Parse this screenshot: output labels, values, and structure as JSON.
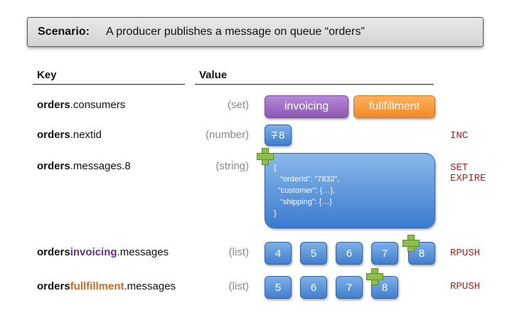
{
  "scenario": {
    "label": "Scenario:",
    "text": "A producer publishes a message on queue “orders”"
  },
  "headers": {
    "key": "Key",
    "value": "Value"
  },
  "rows": {
    "consumers": {
      "key_bold": "orders",
      "key_rest": ".consumers",
      "type": "(set)",
      "values": [
        "invoicing",
        "fullfillment"
      ]
    },
    "nextid": {
      "key_bold": "orders",
      "key_rest": ".nextid",
      "type": "(number)",
      "old_value": "7",
      "new_value": "8",
      "command": "INC"
    },
    "message8": {
      "key_bold": "orders",
      "key_rest": ".messages.8",
      "type": "(string)",
      "json_lines": [
        "{",
        "   “orderId”: “7832”,",
        "  “customer”: {…},",
        "   “shipping”: {…}",
        "}"
      ],
      "command_1": "SET",
      "command_2": "EXPIRE"
    },
    "invoicing": {
      "key_bold": "orders",
      "key_mid": "invoicing",
      "key_rest": ".messages",
      "type": "(list)",
      "items": [
        "4",
        "5",
        "6",
        "7",
        "8"
      ],
      "command": "RPUSH"
    },
    "fullfillment": {
      "key_bold": "orders",
      "key_mid": "fullfillment",
      "key_rest": ".messages",
      "type": "(list)",
      "items": [
        "5",
        "6",
        "7",
        "8"
      ],
      "command": "RPUSH"
    }
  },
  "colors": {
    "invoicing": "#8c57b4",
    "fullfillment": "#f08a26",
    "value_box": "#3f7fcf",
    "command": "#b02020",
    "added_marker": "#8fbf4a"
  },
  "icons": {
    "added_marker": "plus-icon"
  }
}
